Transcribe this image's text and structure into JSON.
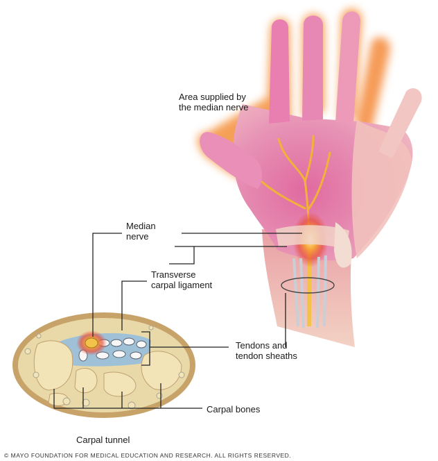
{
  "labels": {
    "area_supplied": [
      "Area supplied by",
      "the median nerve"
    ],
    "median_nerve": [
      "Median",
      "nerve"
    ],
    "transverse_ligament": [
      "Transverse",
      "carpal ligament"
    ],
    "tendons": [
      "Tendons and",
      "tendon sheaths"
    ],
    "carpal_bones": "Carpal bones",
    "carpal_tunnel": "Carpal tunnel"
  },
  "copyright": "© MAYO FOUNDATION FOR MEDICAL EDUCATION AND RESEARCH. ALL RIGHTS RESERVED.",
  "colors": {
    "skin": "#e9a6b6",
    "glow": "#f2883a",
    "nerve": "#f2c24a",
    "bone": "#f3e4b8",
    "tendon": "#c9cfd6",
    "leader_line": "#222222"
  }
}
